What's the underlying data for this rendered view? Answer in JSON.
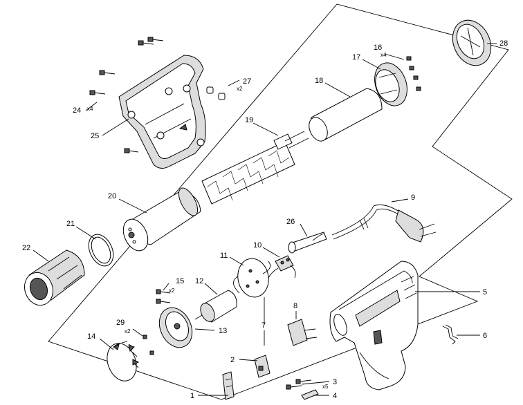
{
  "parts": [
    {
      "id": "p1",
      "number": "1",
      "qty": ""
    },
    {
      "id": "p2",
      "number": "2",
      "qty": ""
    },
    {
      "id": "p3",
      "number": "3",
      "qty": "x5"
    },
    {
      "id": "p4",
      "number": "4",
      "qty": ""
    },
    {
      "id": "p5",
      "number": "5",
      "qty": ""
    },
    {
      "id": "p6",
      "number": "6",
      "qty": ""
    },
    {
      "id": "p7",
      "number": "7",
      "qty": ""
    },
    {
      "id": "p8",
      "number": "8",
      "qty": ""
    },
    {
      "id": "p9",
      "number": "9",
      "qty": ""
    },
    {
      "id": "p10",
      "number": "10",
      "qty": ""
    },
    {
      "id": "p11",
      "number": "11",
      "qty": ""
    },
    {
      "id": "p12",
      "number": "12",
      "qty": ""
    },
    {
      "id": "p13",
      "number": "13",
      "qty": ""
    },
    {
      "id": "p14",
      "number": "14",
      "qty": ""
    },
    {
      "id": "p15",
      "number": "15",
      "qty": "x2"
    },
    {
      "id": "p16",
      "number": "16",
      "qty": "x4"
    },
    {
      "id": "p17",
      "number": "17",
      "qty": ""
    },
    {
      "id": "p18",
      "number": "18",
      "qty": ""
    },
    {
      "id": "p19",
      "number": "19",
      "qty": ""
    },
    {
      "id": "p20",
      "number": "20",
      "qty": ""
    },
    {
      "id": "p21",
      "number": "21",
      "qty": ""
    },
    {
      "id": "p22",
      "number": "22",
      "qty": ""
    },
    {
      "id": "p24",
      "number": "24",
      "qty": "x4"
    },
    {
      "id": "p25",
      "number": "25",
      "qty": ""
    },
    {
      "id": "p26",
      "number": "26",
      "qty": ""
    },
    {
      "id": "p27",
      "number": "27",
      "qty": "x2"
    },
    {
      "id": "p28",
      "number": "28",
      "qty": ""
    },
    {
      "id": "p29",
      "number": "29",
      "qty": "x2"
    }
  ]
}
